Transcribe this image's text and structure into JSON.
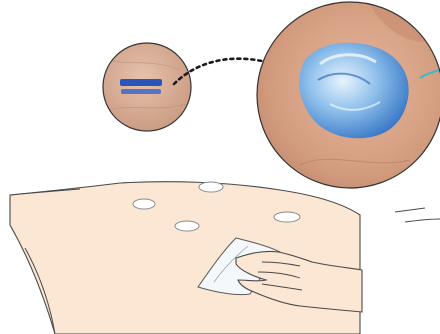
{
  "illustration": {
    "small_inset": {
      "subject": "skin-with-blue-marker-line"
    },
    "large_inset": {
      "subject": "skin-with-blue-gel-patch"
    },
    "connector": {
      "style": "dotted-arrow",
      "color": "#1a1a1a"
    },
    "lower_panel": {
      "subject": "hand-wiping-skin-with-cloth"
    }
  },
  "colors": {
    "skin_fill": "#fbe7d3",
    "skin_photo": "#d9a88a",
    "marker_blue": "#2a55b8",
    "gel_blue": "#7fb4e6",
    "outline": "#4a4a4a",
    "pad": "#f4f8fb",
    "accent": "#3bb9c9"
  }
}
